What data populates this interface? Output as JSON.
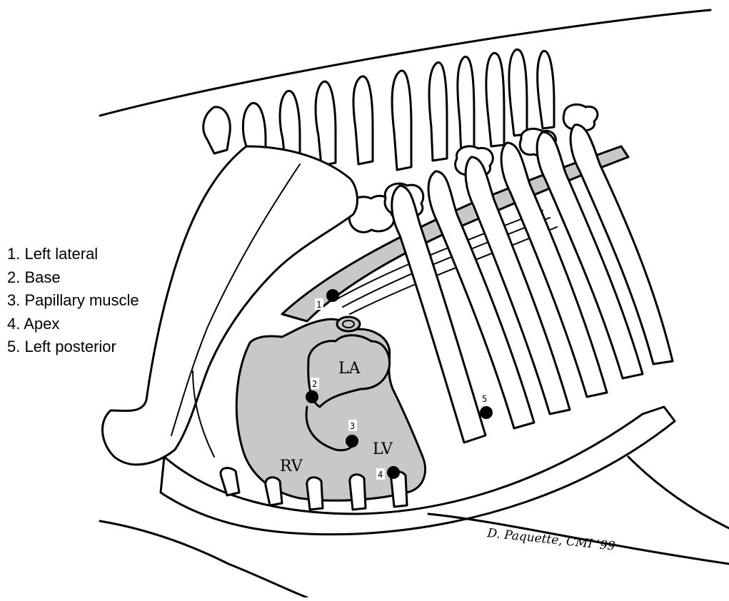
{
  "legend": {
    "items": [
      "1. Left lateral",
      "2. Base",
      "3. Papillary muscle",
      "4. Apex",
      "5. Left posterior"
    ]
  },
  "heart_labels": {
    "la": "LA",
    "lv": "LV",
    "rv": "RV"
  },
  "sites": [
    {
      "number": "1"
    },
    {
      "number": "2"
    },
    {
      "number": "3"
    },
    {
      "number": "4"
    },
    {
      "number": "5"
    }
  ],
  "signature": "D. Paquette, CMI '99",
  "colors": {
    "heart_fill": "#c8c8c8",
    "line": "#000000",
    "marker": "#000000"
  }
}
